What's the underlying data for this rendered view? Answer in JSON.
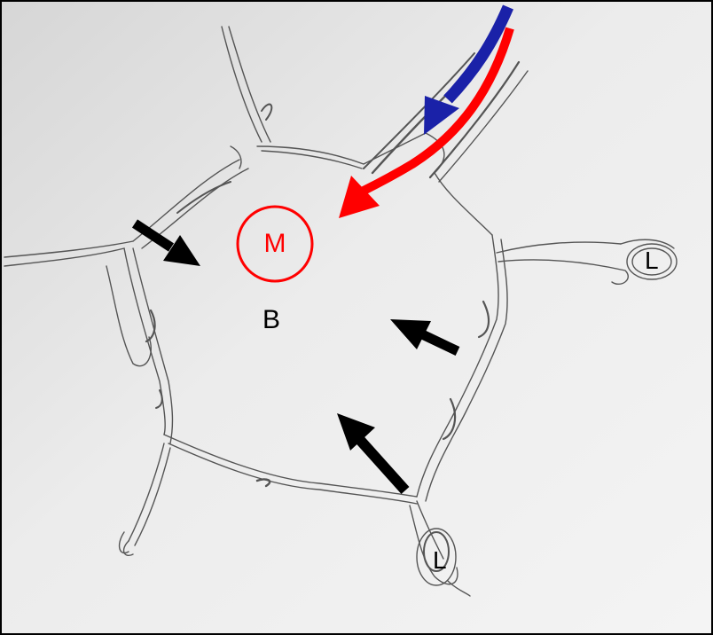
{
  "labels": {
    "m": "M",
    "b": "B",
    "l_right": "L",
    "l_bottom": "L"
  },
  "colors": {
    "background": "#fffdf2",
    "paper": "#e2e2e2",
    "sketch_line": "#555555",
    "red": "#ff0000",
    "blue": "#1a21a8",
    "black": "#000000"
  },
  "icons": {
    "m_circle": "circle-outline",
    "arrows": "arrow"
  }
}
